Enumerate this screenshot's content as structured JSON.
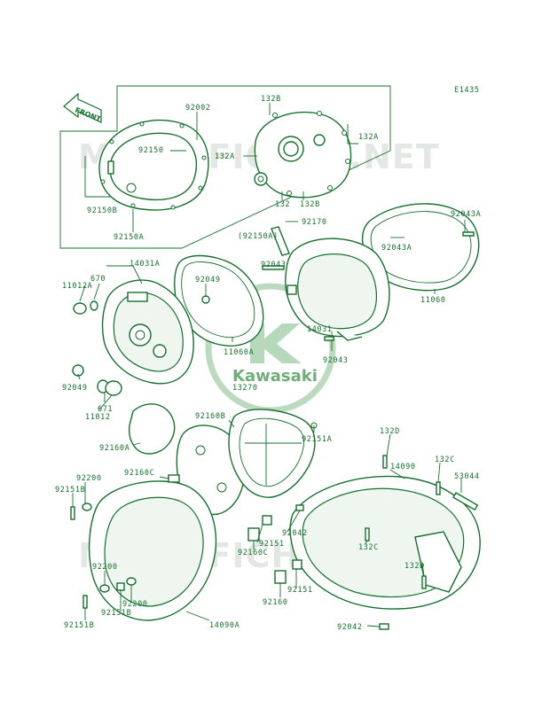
{
  "diagram_id": "E1435",
  "front_label": "FRONT",
  "watermark": "MICROFICHES.NET",
  "logo_text": "Kawasaki",
  "callouts": {
    "c92002": "92002",
    "c132B_top": "132B",
    "c132A_a": "132A",
    "c132A_b": "132A",
    "c92150": "92150",
    "c92150B": "92150B",
    "c92150A_top": "92150A",
    "c132": "132",
    "c132B_bot": "132B",
    "c92170": "92170",
    "c92043A_a": "92043A",
    "c92043A_b": "92043A",
    "c92150A_paren": "(92150A)",
    "c92043_a": "92043",
    "c11060": "11060",
    "c14031A": "14031A",
    "c670": "670",
    "c11012A": "11012A",
    "c92049_a": "92049",
    "c11060A": "11060A",
    "c14031": "14031",
    "c92043_b": "92043",
    "c92049_b": "92049",
    "c671": "671",
    "c11012": "11012",
    "c13270": "13270",
    "c92160B": "92160B",
    "c92151A": "92151A",
    "c92160A": "92160A",
    "c132D_a": "132D",
    "c14090": "14090",
    "c92160C_a": "92160C",
    "c92200_a": "92200",
    "c132C_a": "132C",
    "c53044": "53044",
    "c92151B_a": "92151B",
    "c92042_a": "92042",
    "c92151_a": "92151",
    "c92160C_b": "92160C",
    "c132C_b": "132C",
    "c92200_b": "92200",
    "c132D_b": "132D",
    "c92200_c": "92200",
    "c92151_b": "92151",
    "c92151B_b": "92151B",
    "c92160": "92160",
    "c92151B_c": "92151B",
    "c14090A": "14090A",
    "c92042_b": "92042"
  }
}
